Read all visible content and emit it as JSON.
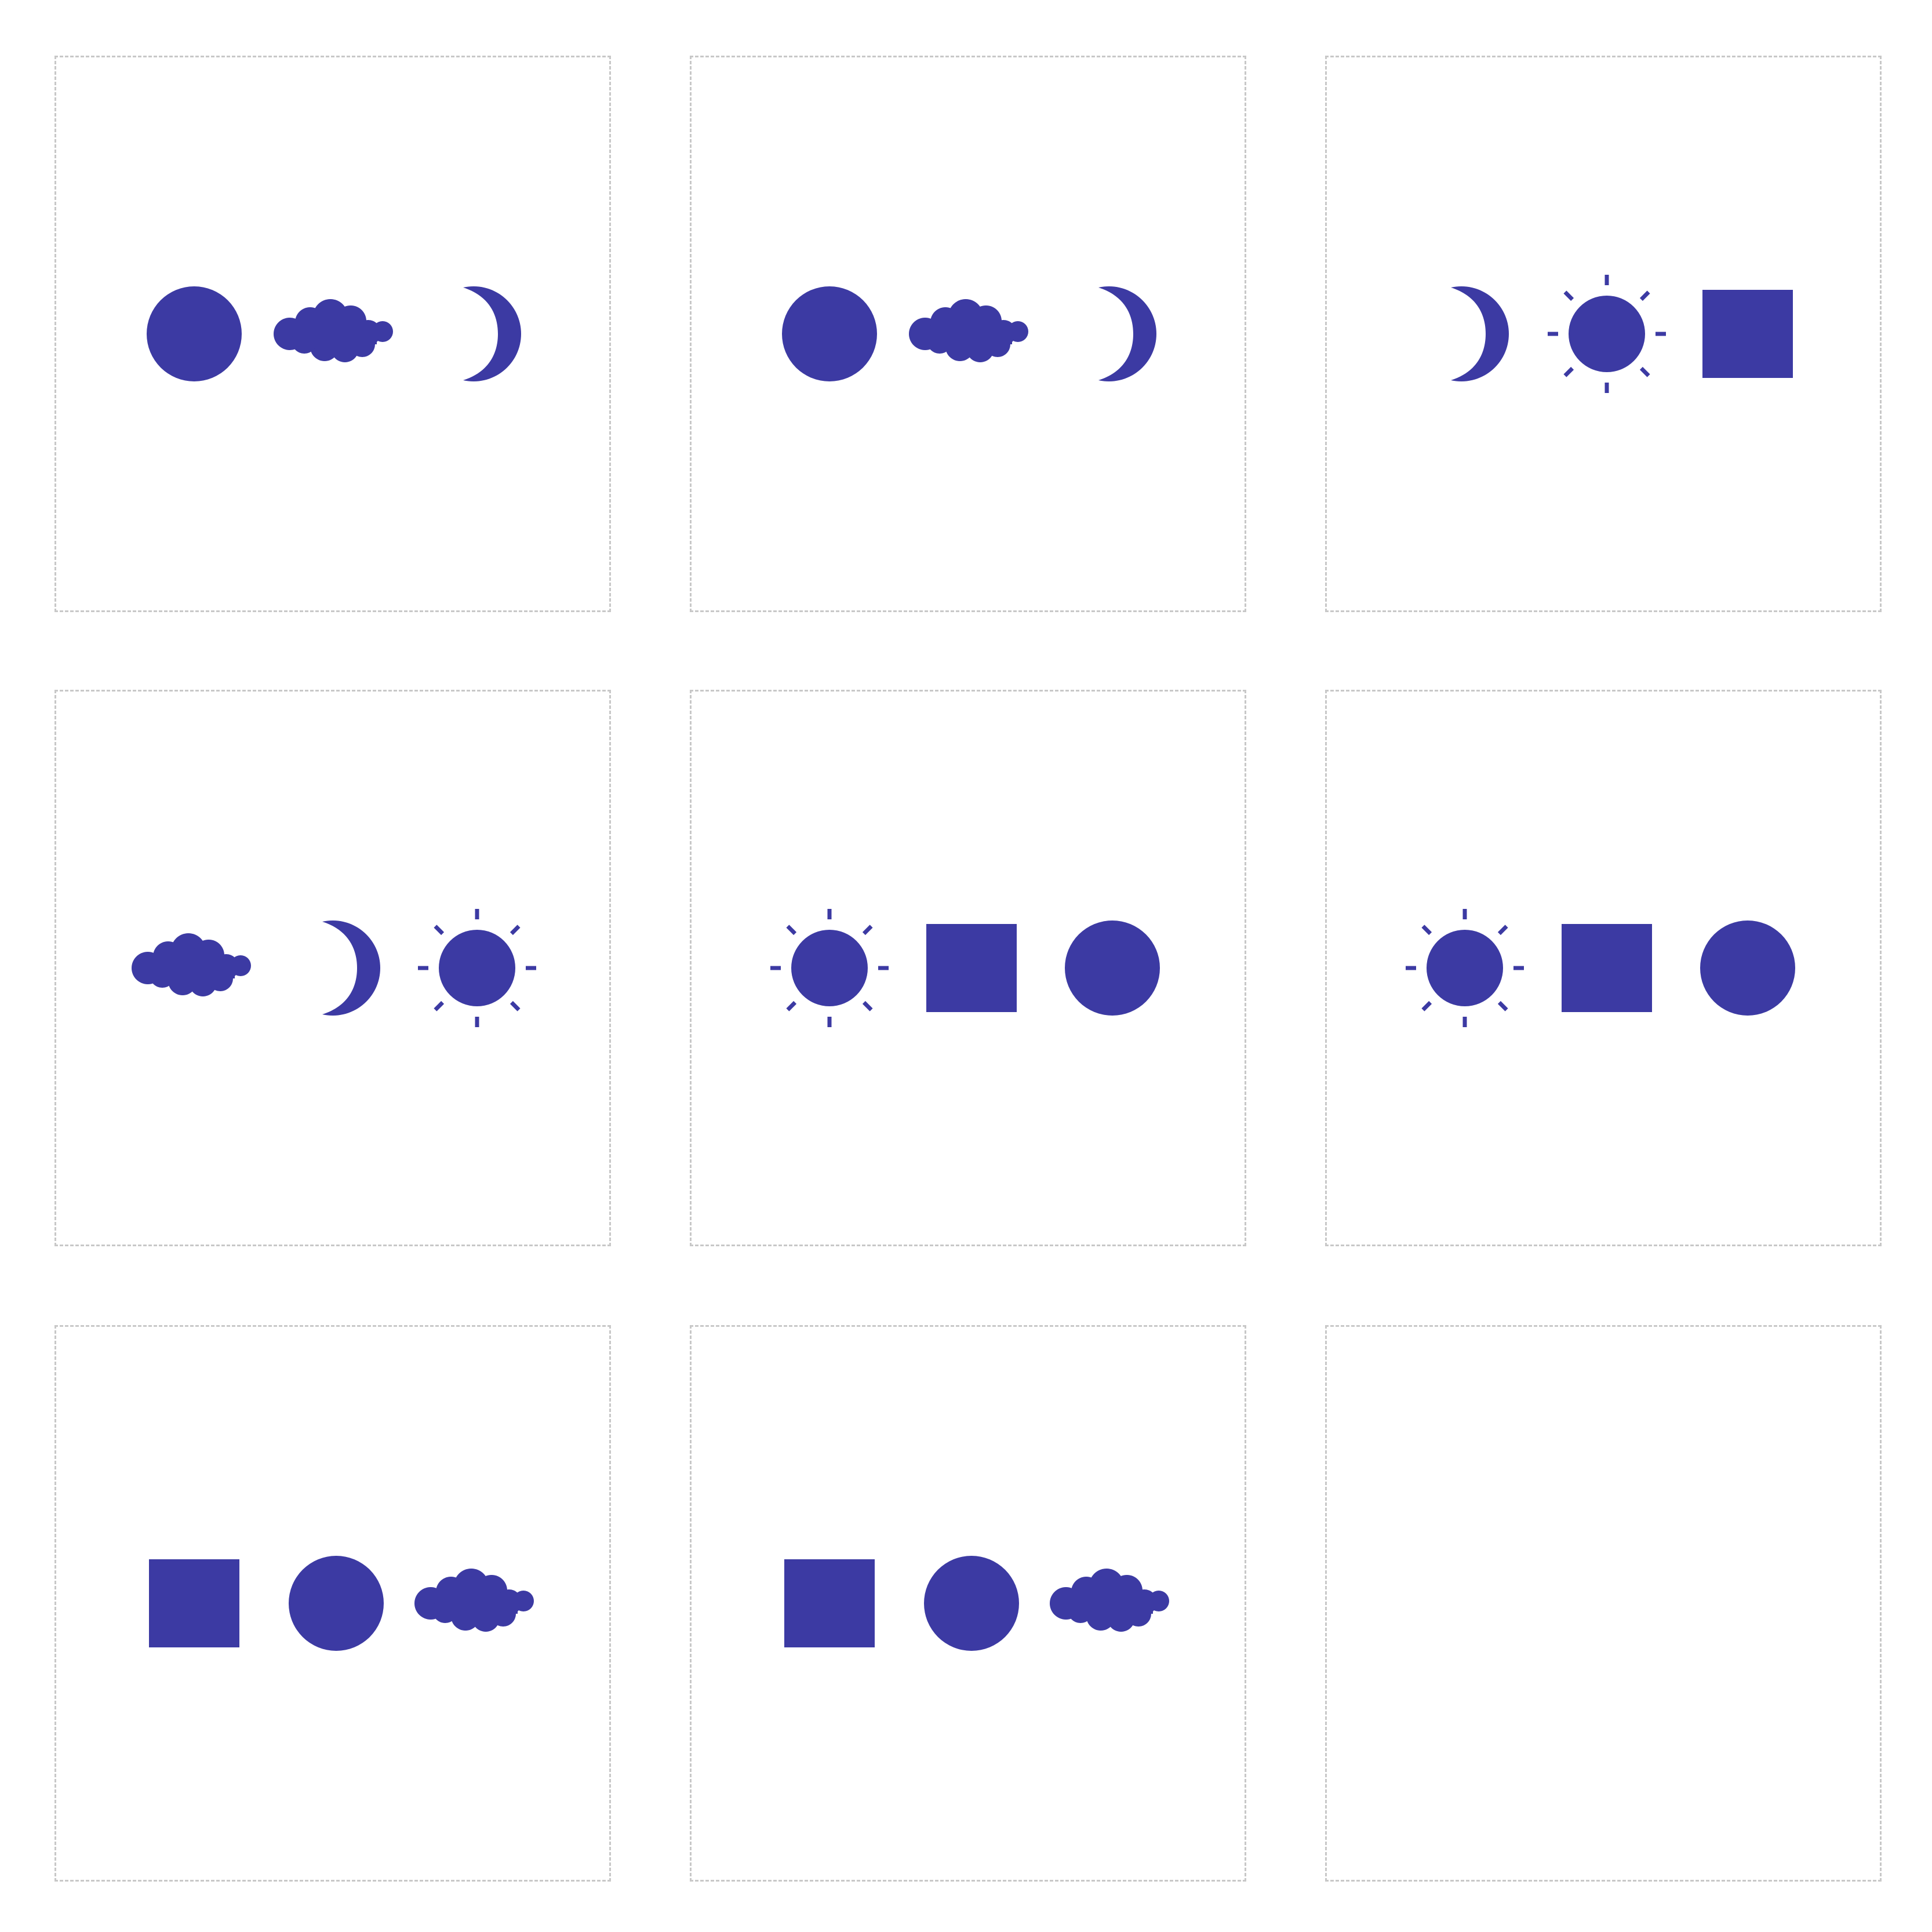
{
  "colors": {
    "symbol_fill": "#3c3aa3",
    "panel_border": "#c8c8c8",
    "background": "#ffffff"
  },
  "panels": [
    {
      "symbols": [
        "circle",
        "cloud",
        "moon"
      ]
    },
    {
      "symbols": [
        "circle",
        "cloud",
        "moon"
      ]
    },
    {
      "symbols": [
        "moon",
        "sun",
        "square"
      ]
    },
    {
      "symbols": [
        "cloud",
        "moon",
        "sun"
      ]
    },
    {
      "symbols": [
        "sun",
        "square",
        "circle"
      ]
    },
    {
      "symbols": [
        "sun",
        "square",
        "circle"
      ]
    },
    {
      "symbols": [
        "square",
        "circle",
        "cloud"
      ]
    },
    {
      "symbols": [
        "square",
        "circle",
        "cloud"
      ]
    },
    {
      "symbols": []
    }
  ]
}
